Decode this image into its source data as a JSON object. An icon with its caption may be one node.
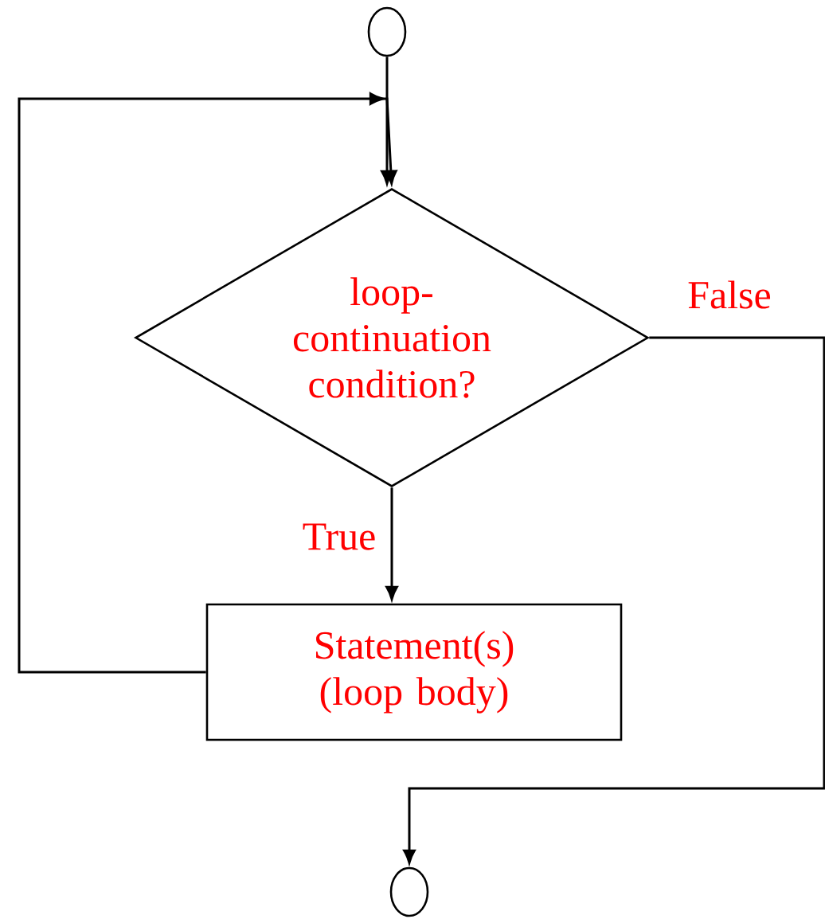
{
  "diagram": {
    "nodes": [
      {
        "text": [],
        "shape": "circle"
      },
      {
        "text": [
          "loop- continuation condition?"
        ]
      },
      {
        "text": [
          "Statement(s) (loop body)"
        ]
      },
      {
        "text": [],
        "shape": "circle"
      }
    ],
    "edges": [
      {
        "from": 0,
        "to": 1,
        "arrow": "to"
      },
      {
        "from": 1,
        "to": 2,
        "arrow": "to",
        "label": "True"
      },
      {
        "from": 2,
        "to": 1,
        "arrow": "to"
      },
      {
        "from": 1,
        "to": 3,
        "arrow": "to",
        "label": "False"
      }
    ]
  }
}
